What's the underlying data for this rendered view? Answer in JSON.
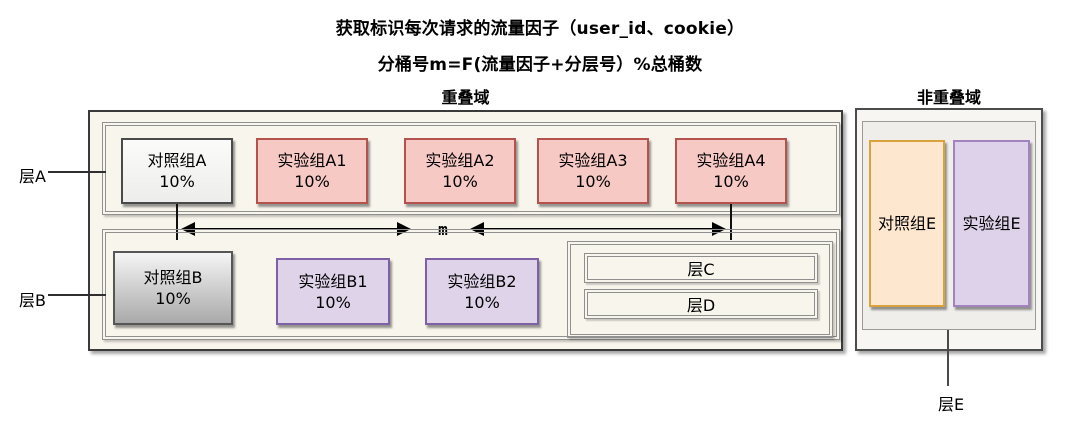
{
  "header": {
    "title_line1": "获取标识每次请求的流量因子（user_id、cookie）",
    "title_line2": "分桶号m=F(流量因子+分层号）%总桶数"
  },
  "overlap_domain": {
    "label": "重叠域",
    "layer_a": {
      "label": "层A",
      "cells": [
        {
          "name": "对照组A",
          "share": "10%"
        },
        {
          "name": "实验组A1",
          "share": "10%"
        },
        {
          "name": "实验组A2",
          "share": "10%"
        },
        {
          "name": "实验组A3",
          "share": "10%"
        },
        {
          "name": "实验组A4",
          "share": "10%"
        }
      ]
    },
    "bucket_label": "m",
    "layer_b": {
      "label": "层B",
      "cells": [
        {
          "name": "对照组B",
          "share": "10%"
        },
        {
          "name": "实验组B1",
          "share": "10%"
        },
        {
          "name": "实验组B2",
          "share": "10%"
        }
      ],
      "nested_layers": [
        {
          "name": "层C"
        },
        {
          "name": "层D"
        }
      ]
    }
  },
  "non_overlap_domain": {
    "label": "非重叠域",
    "cells": [
      {
        "name": "对照组E"
      },
      {
        "name": "实验组E"
      }
    ],
    "layer_label": "层E"
  },
  "colors": {
    "domain_fill": "#f8f5ec",
    "experiment_a_fill": "#f6c9c5",
    "experiment_a_border": "#b4534e",
    "experiment_b_fill": "#ded3e9",
    "experiment_b_border": "#7e60a5",
    "control_gradient_bottom": "#a9a9a9",
    "control_e_fill": "#fde8cf",
    "control_e_border": "#d9a23c",
    "experiment_e_fill": "#ddd2e9",
    "experiment_e_border": "#a283be"
  }
}
